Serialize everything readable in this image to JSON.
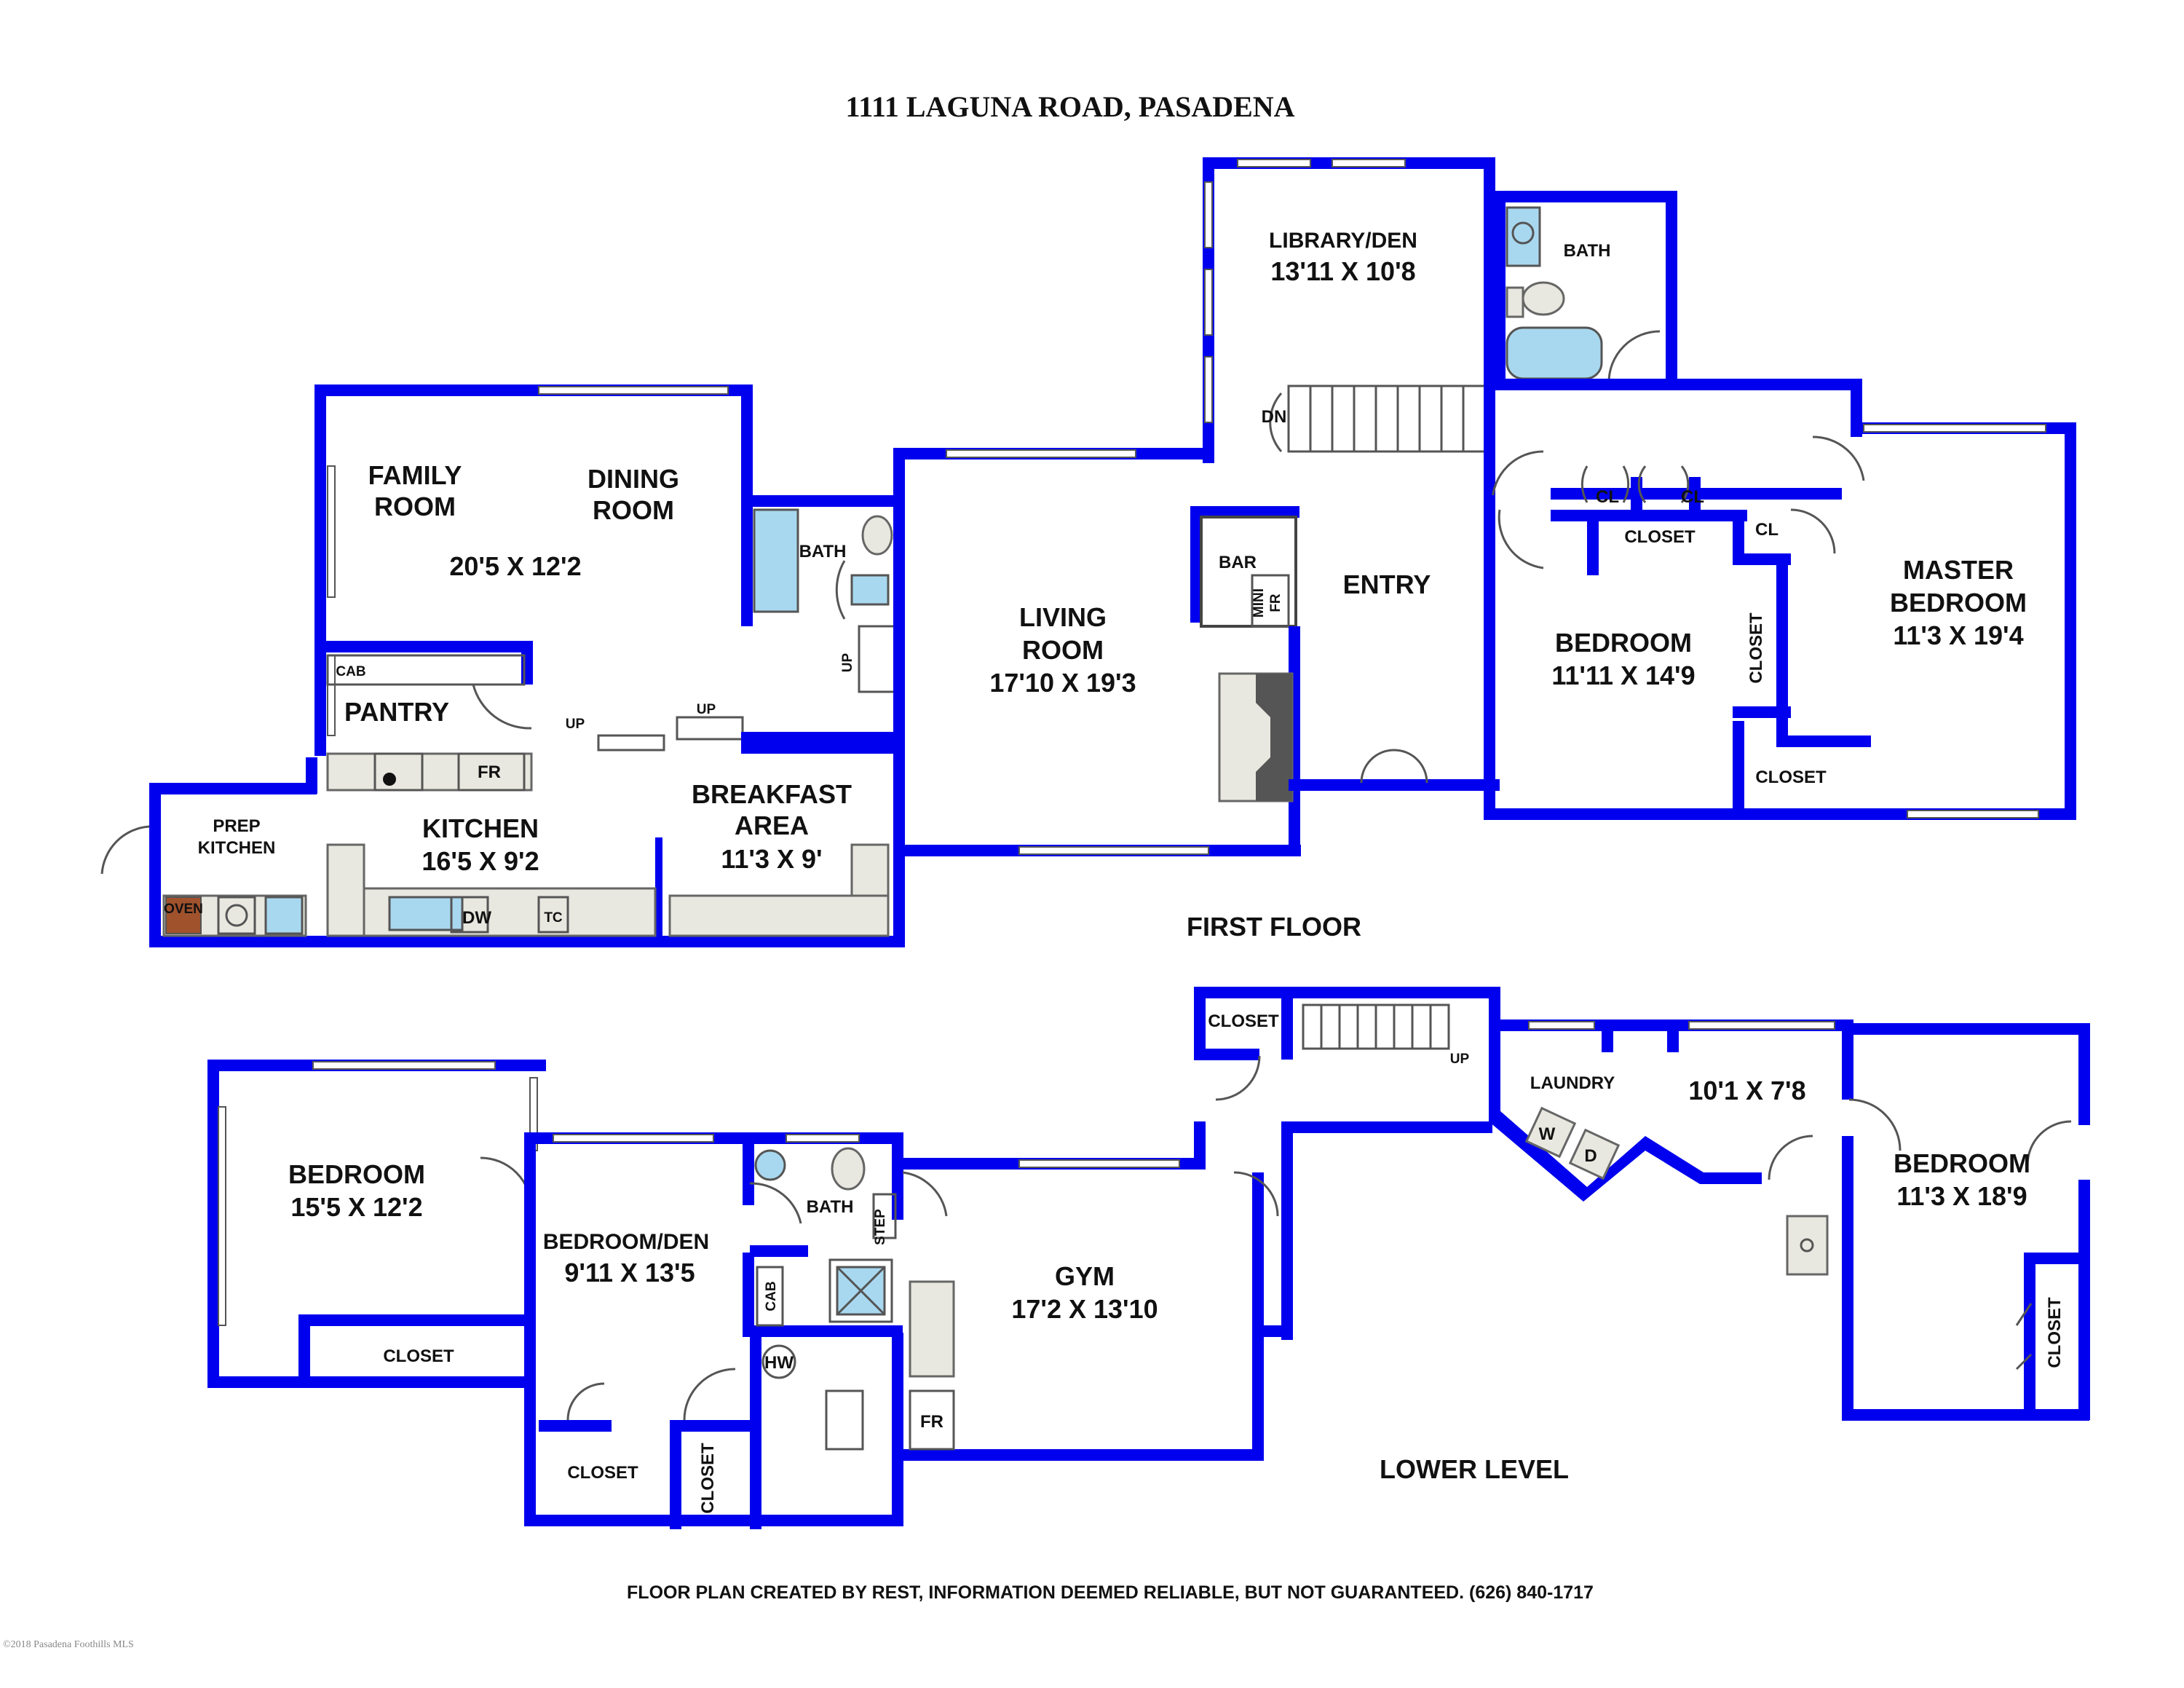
{
  "title": "1111 LAGUNA ROAD, PASADENA",
  "footer": "FLOOR PLAN CREATED BY REST, INFORMATION DEEMED RELIABLE, BUT NOT GUARANTEED. (626) 840-1717",
  "copyright": "©2018 Pasadena Foothills MLS",
  "colors": {
    "walls": "#0000ee",
    "water": "#a8d8ef",
    "counter": "#e8e8e0"
  },
  "first_floor": {
    "level_label": "FIRST FLOOR",
    "rooms": {
      "library_name": "LIBRARY/DEN",
      "library_dim": "13'11 X 10'8",
      "bath_upper": "BATH",
      "family_name_1": "FAMILY",
      "family_name_2": "ROOM",
      "dining_name_1": "DINING",
      "dining_name_2": "ROOM",
      "family_dining_dim": "20'5 X 12'2",
      "bath_small": "BATH",
      "living_name_1": "LIVING",
      "living_name_2": "ROOM",
      "living_dim": "17'10 X 19'3",
      "bar": "BAR",
      "mini_fr_1": "MINI",
      "mini_fr_2": "FR",
      "entry": "ENTRY",
      "dn": "DN",
      "cl_1": "CL",
      "cl_2": "CL",
      "cl_3": "CL",
      "closet_1": "CLOSET",
      "closet_2": "CLOSET",
      "closet_3": "CLOSET",
      "bedroom_name": "BEDROOM",
      "bedroom_dim": "11'11 X 14'9",
      "master_name_1": "MASTER",
      "master_name_2": "BEDROOM",
      "master_dim": "11'3 X 19'4",
      "cab": "CAB",
      "pantry": "PANTRY",
      "up_1": "UP",
      "up_2": "UP",
      "up_3": "UP",
      "fr": "FR",
      "kitchen_name": "KITCHEN",
      "kitchen_dim": "16'5 X 9'2",
      "breakfast_name_1": "BREAKFAST",
      "breakfast_name_2": "AREA",
      "breakfast_dim": "11'3 X 9'",
      "prep_1": "PREP",
      "prep_2": "KITCHEN",
      "oven": "OVEN",
      "dw": "DW",
      "tc": "TC"
    }
  },
  "lower_level": {
    "level_label": "LOWER LEVEL",
    "rooms": {
      "bedroom_a_name": "BEDROOM",
      "bedroom_a_dim": "15'5 X 12'2",
      "closet_a": "CLOSET",
      "bedroom_den_name": "BEDROOM/DEN",
      "bedroom_den_dim": "9'11 X 13'5",
      "bath": "BATH",
      "step": "STEP",
      "cab": "CAB",
      "hw": "HW",
      "closet_b": "CLOSET",
      "closet_c": "CLOSET",
      "fr": "FR",
      "gym_name": "GYM",
      "gym_dim": "17'2 X 13'10",
      "closet_d": "CLOSET",
      "up": "UP",
      "laundry": "LAUNDRY",
      "washer": "W",
      "dryer": "D",
      "laundry_dim": "10'1 X 7'8",
      "bedroom_b_name": "BEDROOM",
      "bedroom_b_dim": "11'3 X 18'9",
      "closet_e": "CLOSET"
    }
  }
}
